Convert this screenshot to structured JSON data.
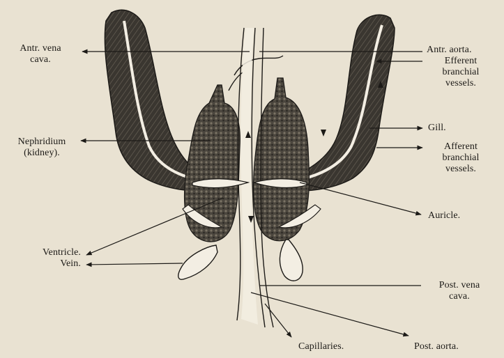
{
  "figure": {
    "labels": {
      "antr_vena_cava": [
        "Antr. vena",
        "cava."
      ],
      "nephridium": [
        "Nephridium",
        "(kidney)."
      ],
      "ventricle": "Ventricle.",
      "vein": "Vein.",
      "antr_aorta": "Antr. aorta.",
      "efferent_vessels": [
        "Efferent",
        "branchial",
        "vessels."
      ],
      "gill": "Gill.",
      "afferent_vessels": [
        "Afferent",
        "branchial",
        "vessels."
      ],
      "auricle": "Auricle.",
      "post_vena_cava": [
        "Post. vena",
        "cava."
      ],
      "capillaries": "Capillaries.",
      "post_aorta": "Post. aorta."
    },
    "colors": {
      "paper": "#e9e2d2",
      "ink": "#1c1a17",
      "gill_fill": "#3a3630",
      "kidney_fill": "#4b463e",
      "vessel_fill": "#f3eee3"
    }
  }
}
